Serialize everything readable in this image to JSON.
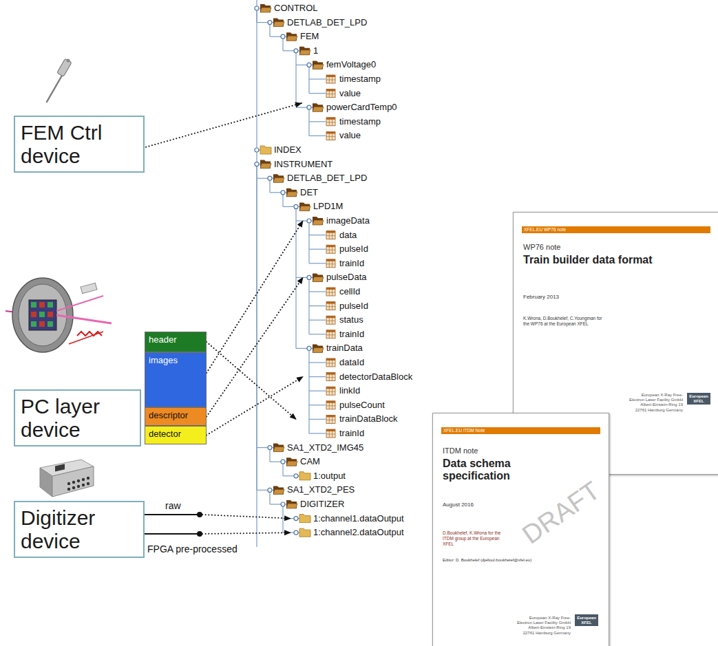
{
  "diagram": {
    "nodes": [
      {
        "text": [
          "FEM Ctrl device"
        ]
      },
      {
        "text": [
          "PC layer device"
        ]
      },
      {
        "text": [
          "Digitizer device"
        ]
      },
      {
        "text": [
          "header"
        ]
      },
      {
        "text": [
          "images"
        ]
      },
      {
        "text": [
          "descriptor"
        ]
      },
      {
        "text": [
          "detector"
        ]
      },
      {
        "text": [
          "XFEL.EU WP76 note",
          "WP76 note",
          "Train builder data format",
          "February 2013",
          "K.Wrona, D.Boukhelef, C.Youngman for the WP76 at the European XFEL",
          "European X-Ray Free-Electron Laser Facility GmbH Albert-Einstein-Ring 19 22761 Hamburg Germany",
          "European XFEL"
        ]
      },
      {
        "text": [
          "XFEL.EU ITDM Note",
          "ITDM note",
          "Data schema specification",
          "August 2016",
          "D.Boukhelef, K.Wrona for the ITDM group at the European XFEL",
          "Editor: D. Boukhelef (djelloul.boukhelef@xfel.eu)",
          "European X-Ray Free-Electron Laser Facility GmbH Albert-Einstein-Ring 19 22761 Hamburg Germany",
          "European XFEL"
        ]
      }
    ],
    "labels": [
      "CONTROL",
      "DETLAB_DET_LPD",
      "FEM",
      "1",
      "femVoltage0",
      "timestamp",
      "value",
      "powerCardTemp0",
      "timestamp",
      "value",
      "INDEX",
      "INSTRUMENT",
      "DETLAB_DET_LPD",
      "DET",
      "LPD1M",
      "imageData",
      "data",
      "pulseId",
      "trainId",
      "pulseData",
      "cellId",
      "pulseId",
      "status",
      "trainId",
      "trainData",
      "dataId",
      "detectorDataBlock",
      "linkId",
      "pulseCount",
      "trainDataBlock",
      "trainId",
      "SA1_XTD2_IMG45",
      "CAM",
      "1:output",
      "SA1_XTD2_PES",
      "DIGITIZER",
      "1:channel1.dataOutput",
      "1:channel2.dataOutput",
      "raw",
      "FPGA pre-processed",
      "DRAFT"
    ]
  }
}
